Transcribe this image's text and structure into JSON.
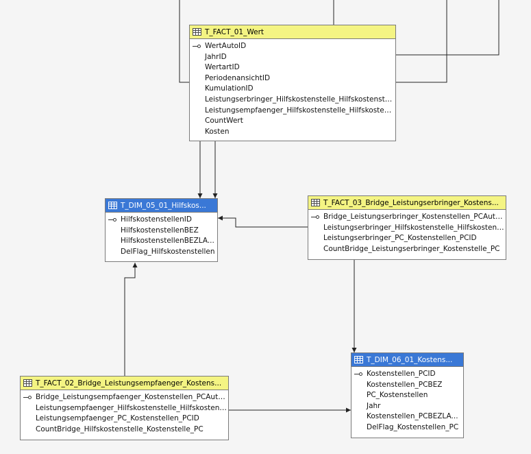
{
  "tables": {
    "fact01": {
      "title": "T_FACT_01_Wert",
      "columns": [
        {
          "name": "WertAutoID",
          "key": true
        },
        {
          "name": "JahrID",
          "key": false
        },
        {
          "name": "WertartID",
          "key": false
        },
        {
          "name": "PeriodenansichtID",
          "key": false
        },
        {
          "name": "KumulationID",
          "key": false
        },
        {
          "name": "Leistungserbringer_Hilfskostenstelle_Hilfskostenstelle...",
          "key": false
        },
        {
          "name": "Leistungsempfaenger_Hilfskostenstelle_Hilfskostenst...",
          "key": false
        },
        {
          "name": "CountWert",
          "key": false
        },
        {
          "name": "Kosten",
          "key": false
        }
      ]
    },
    "dim05": {
      "title": "T_DIM_05_01_Hilfskos...",
      "columns": [
        {
          "name": "HilfskostenstellenID",
          "key": true
        },
        {
          "name": "HilfskostenstellenBEZ",
          "key": false
        },
        {
          "name": "HilfskostenstellenBEZLA...",
          "key": false
        },
        {
          "name": "DelFlag_Hilfskostenstellen",
          "key": false
        }
      ]
    },
    "fact03": {
      "title": "T_FACT_03_Bridge_Leistungserbringer_Kostens...",
      "columns": [
        {
          "name": "Bridge_Leistungserbringer_Kostenstellen_PCAutoID",
          "key": true
        },
        {
          "name": "Leistungserbringer_Hilfskostenstelle_Hilfskostenst...",
          "key": false
        },
        {
          "name": "Leistungserbringer_PC_Kostenstellen_PCID",
          "key": false
        },
        {
          "name": "CountBridge_Leistungserbringer_Kostenstelle_PC",
          "key": false
        }
      ]
    },
    "fact02": {
      "title": "T_FACT_02_Bridge_Leistungsempfaenger_Kostens...",
      "columns": [
        {
          "name": "Bridge_Leistungsempfaenger_Kostenstellen_PCAuto...",
          "key": true
        },
        {
          "name": "Leistungsempfaenger_Hilfskostenstelle_Hilfskostenst...",
          "key": false
        },
        {
          "name": "Leistungsempfaenger_PC_Kostenstellen_PCID",
          "key": false
        },
        {
          "name": "CountBridge_Hilfskostenstelle_Kostenstelle_PC",
          "key": false
        }
      ]
    },
    "dim06": {
      "title": "T_DIM_06_01_Kostens...",
      "columns": [
        {
          "name": "Kostenstellen_PCID",
          "key": true
        },
        {
          "name": "Kostenstellen_PCBEZ",
          "key": false
        },
        {
          "name": "PC_Kostenstellen",
          "key": false
        },
        {
          "name": "Jahr",
          "key": false
        },
        {
          "name": "Kostenstellen_PCBEZLA...",
          "key": false
        },
        {
          "name": "DelFlag_Kostenstellen_PC",
          "key": false
        }
      ]
    }
  },
  "icons": {
    "table": "table-grid-icon",
    "key": "primary-key-icon",
    "arrow": "arrow-head-icon"
  },
  "colors": {
    "background": "#f5f5f5",
    "fact_header": "#f4f483",
    "dim_header": "#3a78d6",
    "line": "#222222",
    "border": "#7a7a7a"
  }
}
